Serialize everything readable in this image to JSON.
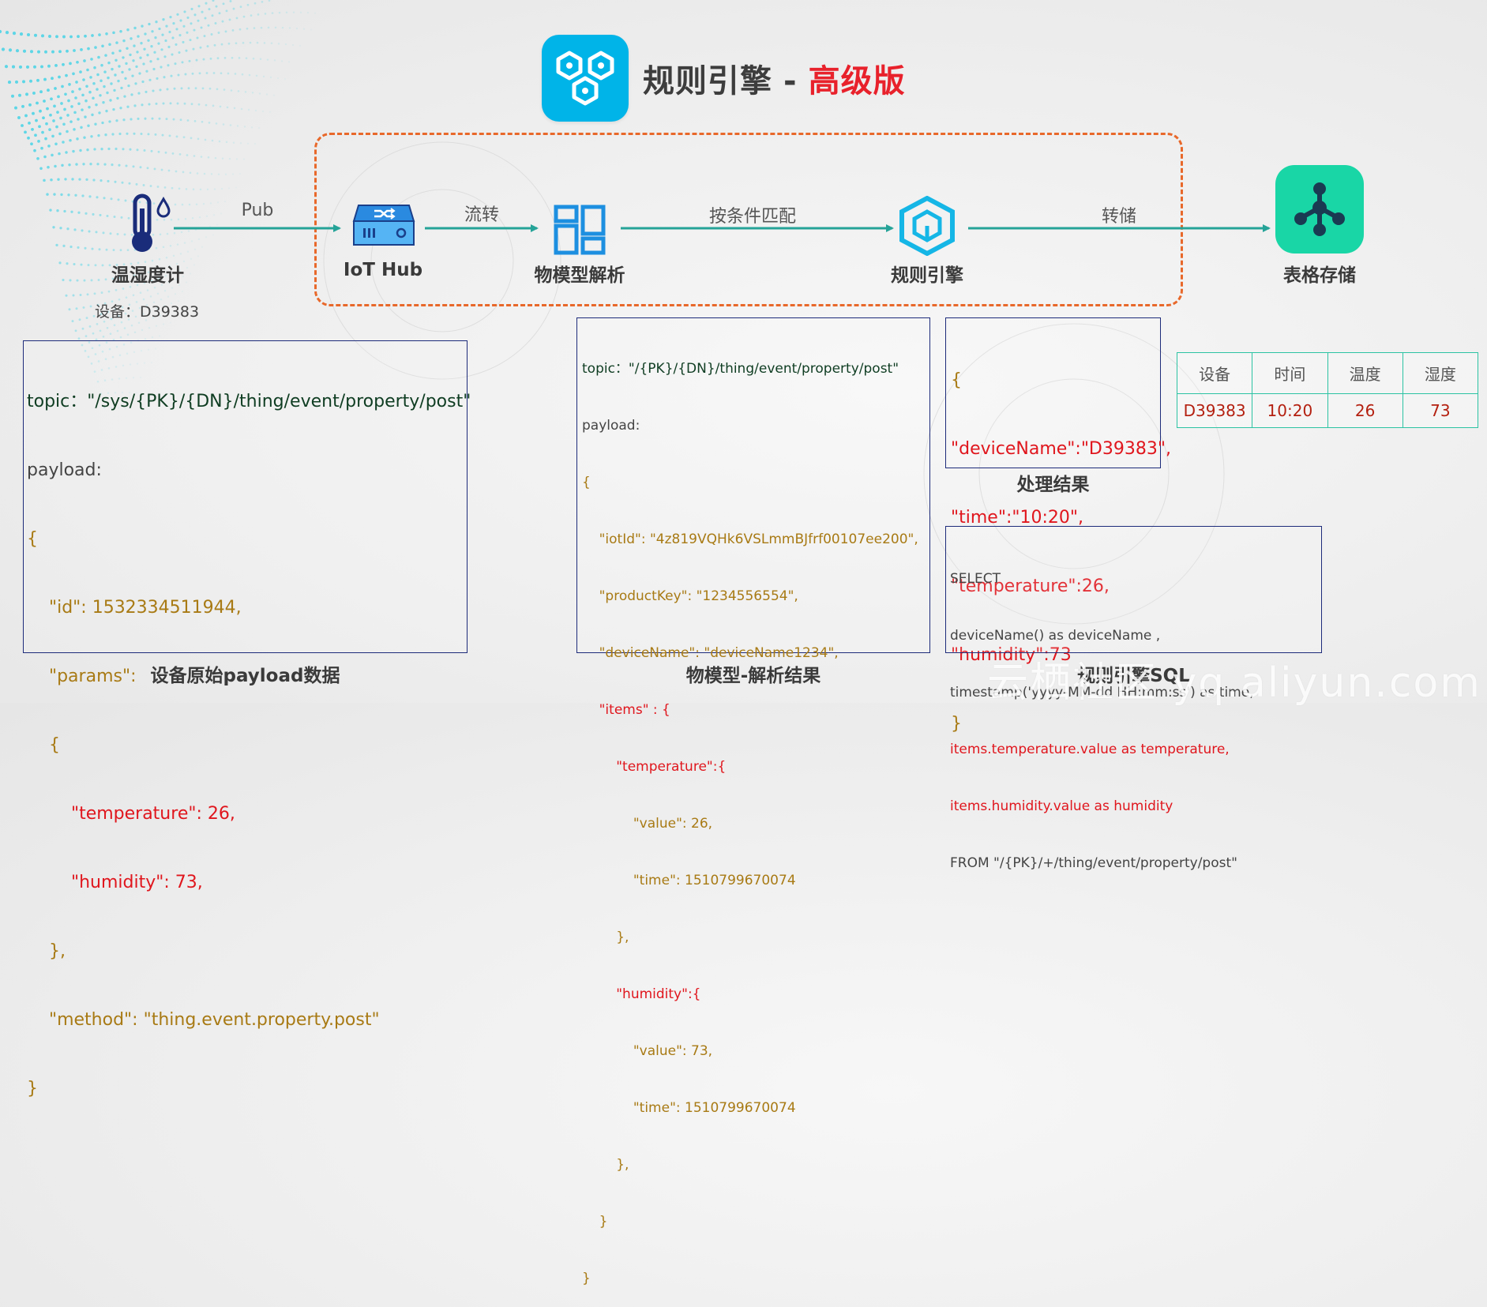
{
  "title": {
    "main": "规则引擎",
    "sep": "-",
    "accent": "高级版"
  },
  "nodes": [
    {
      "label": "温湿度计",
      "icon": "thermometer-icon"
    },
    {
      "label": "IoT Hub",
      "icon": "iot-hub-icon"
    },
    {
      "label": "物模型解析",
      "icon": "thing-model-icon"
    },
    {
      "label": "规则引擎",
      "icon": "rule-engine-icon"
    },
    {
      "label": "表格存储",
      "icon": "table-store-icon"
    }
  ],
  "edges": [
    "Pub",
    "流转",
    "按条件匹配",
    "转储"
  ],
  "device_id": "设备：D39383",
  "raw_payload": {
    "lines": [
      "topic：\"/sys/{PK}/{DN}/thing/event/property/post\"",
      "payload:",
      "{",
      "    \"id\": 1532334511944,",
      "    \"params\":",
      "    {",
      "        \"temperature\": 26,",
      "        \"humidity\": 73,",
      "    },",
      "    \"method\": \"thing.event.property.post\"",
      "}"
    ],
    "caption": "设备原始payload数据"
  },
  "parsed_payload": {
    "lines": [
      "topic：\"/{PK}/{DN}/thing/event/property/post\"",
      "payload:",
      "{",
      "    \"iotId\": \"4z819VQHk6VSLmmBJfrf00107ee200\",",
      "    \"productKey\": \"1234556554\",",
      "    \"deviceName\": \"deviceName1234\",",
      "    \"items\" : {",
      "        \"temperature\":{",
      "            \"value\": 26,",
      "            \"time\": 1510799670074",
      "        },",
      "        \"humidity\":{",
      "            \"value\": 73,",
      "            \"time\": 1510799670074",
      "        },",
      "    }",
      "}"
    ],
    "caption": "物模型-解析结果"
  },
  "result": {
    "lines": [
      "{",
      "\"deviceName\":\"D39383\",",
      "\"time\":\"10:20\",",
      "\"temperature\":26,",
      "\"humidity\":73",
      "}"
    ],
    "caption": "处理结果"
  },
  "sql": {
    "lines": [
      "SELECT",
      "deviceName() as deviceName ,",
      "timestamp('yyyy-MM-dd HH:mm:ss') as time,",
      "items.temperature.value as temperature,",
      "items.humidity.value as humidity",
      "FROM \"/{PK}/+/thing/event/property/post\""
    ],
    "caption": "规则引擎SQL"
  },
  "table": {
    "headers": [
      "设备",
      "时间",
      "温度",
      "湿度"
    ],
    "rows": [
      [
        "D39383",
        "10:20",
        "26",
        "73"
      ]
    ]
  },
  "watermark": "云栖社区 yq.aliyun.com",
  "colors": {
    "arrow": "#25a398",
    "dash": "#e8682a",
    "accent_red": "#e8212b",
    "logo_blue": "#00b4e8",
    "store_green": "#19d6a6",
    "box_border": "#1d2b7a"
  }
}
